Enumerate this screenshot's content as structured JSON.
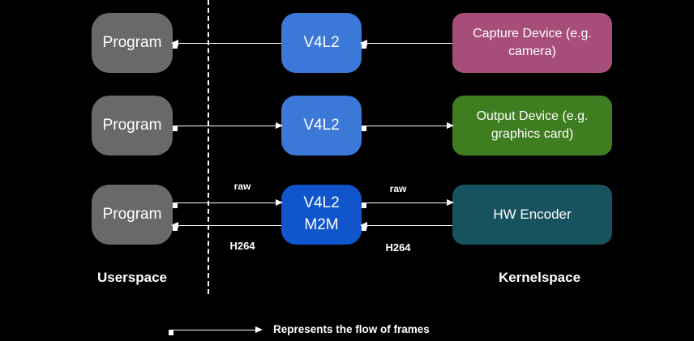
{
  "nodes": {
    "program_row1": {
      "label": "Program",
      "color": "#696969"
    },
    "program_row2": {
      "label": "Program",
      "color": "#696969"
    },
    "program_row3": {
      "label": "Program",
      "color": "#696969"
    },
    "v4l2_row1": {
      "label": "V4L2",
      "color": "#3c78d8"
    },
    "v4l2_row2": {
      "label": "V4L2",
      "color": "#3c78d8"
    },
    "v4l2_m2m": {
      "label": "V4L2 M2M",
      "color": "#1155cc"
    },
    "capture_device": {
      "label": "Capture Device (e.g. camera)",
      "color": "#a64d79"
    },
    "output_device": {
      "label": "Output Device (e.g. graphics card)",
      "color": "#3e7d20"
    },
    "hw_encoder": {
      "label": "HW Encoder",
      "color": "#17535f"
    }
  },
  "zone_labels": {
    "userspace": "Userspace",
    "kernelspace": "Kernelspace"
  },
  "flow_labels": {
    "raw_left": "raw",
    "h264_left": "H264",
    "raw_right": "raw",
    "h264_right": "H264"
  },
  "edges": [
    {
      "from": "capture_device",
      "to": "v4l2_row1",
      "direction": "left",
      "label": ""
    },
    {
      "from": "v4l2_row1",
      "to": "program_row1",
      "direction": "left",
      "label": ""
    },
    {
      "from": "program_row2",
      "to": "v4l2_row2",
      "direction": "right",
      "label": ""
    },
    {
      "from": "v4l2_row2",
      "to": "output_device",
      "direction": "right",
      "label": ""
    },
    {
      "from": "program_row3",
      "to": "v4l2_m2m",
      "direction": "right",
      "label": "raw"
    },
    {
      "from": "v4l2_m2m",
      "to": "program_row3",
      "direction": "left",
      "label": "H264"
    },
    {
      "from": "v4l2_m2m",
      "to": "hw_encoder",
      "direction": "right",
      "label": "raw"
    },
    {
      "from": "hw_encoder",
      "to": "v4l2_m2m",
      "direction": "left",
      "label": "H264"
    }
  ],
  "legend": {
    "text": "Represents the flow of frames"
  },
  "colors": {
    "background": "#000000",
    "text": "#ffffff",
    "arrow": "#ffffff",
    "boundary_line": "#ffffff"
  }
}
